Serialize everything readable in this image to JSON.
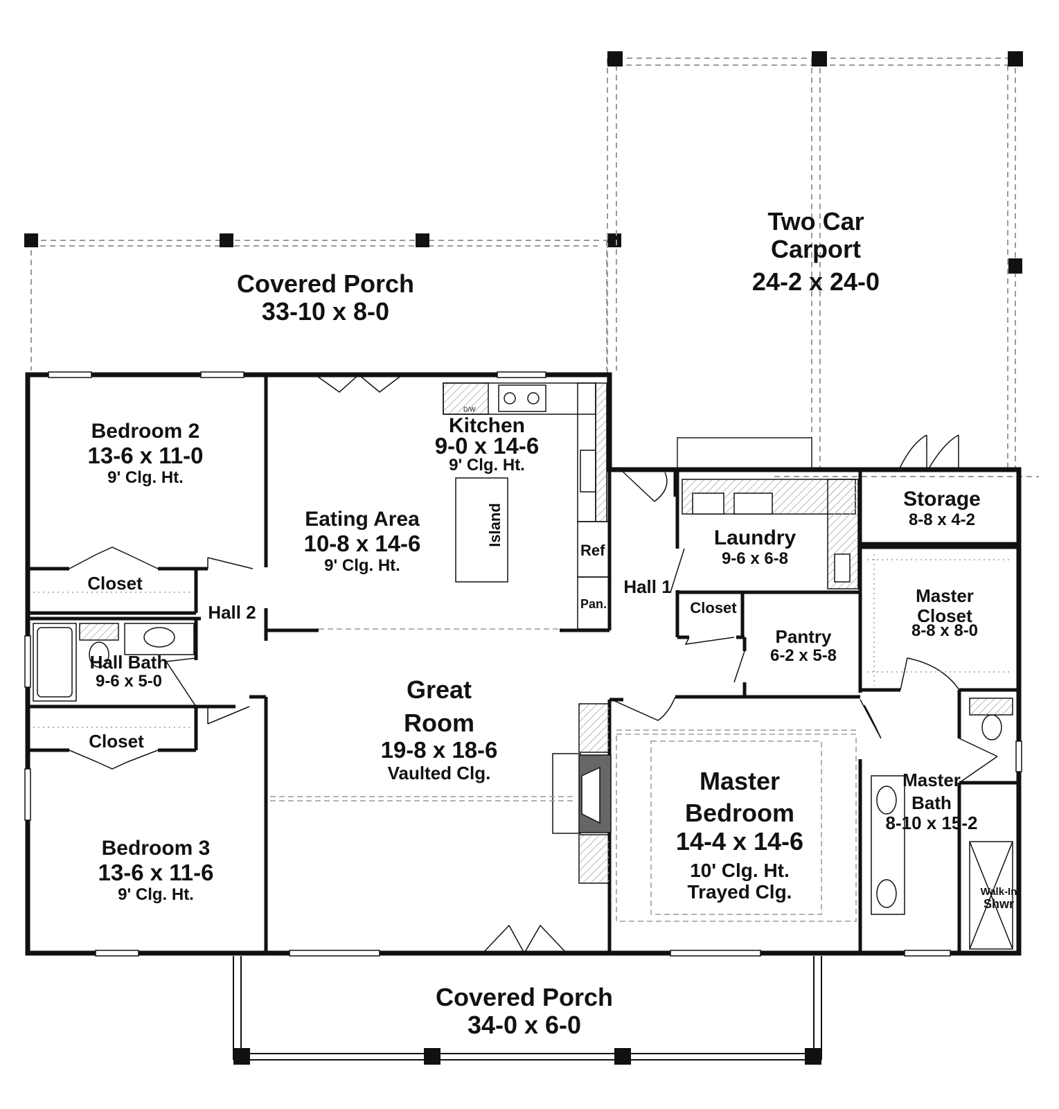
{
  "rooms": {
    "covered_porch_back": {
      "name": "Covered Porch",
      "dims": "33-10 x 8-0"
    },
    "carport": {
      "name1": "Two Car",
      "name2": "Carport",
      "dims": "24-2 x 24-0"
    },
    "bedroom2": {
      "name": "Bedroom 2",
      "dims": "13-6 x 11-0",
      "note": "9' Clg. Ht."
    },
    "kitchen": {
      "name": "Kitchen",
      "dims": "9-0 x 14-6",
      "note": "9' Clg. Ht."
    },
    "eating_area": {
      "name": "Eating Area",
      "dims": "10-8 x 14-6",
      "note": "9' Clg. Ht."
    },
    "storage": {
      "name": "Storage",
      "dims": "8-8 x 4-2"
    },
    "laundry": {
      "name": "Laundry",
      "dims": "9-6 x 6-8"
    },
    "closet_bed2": {
      "name": "Closet"
    },
    "hall2": {
      "name": "Hall 2"
    },
    "hall1": {
      "name": "Hall 1"
    },
    "closet_hall1": {
      "name": "Closet"
    },
    "pantry": {
      "name": "Pantry",
      "dims": "6-2 x 5-8"
    },
    "master_closet": {
      "name1": "Master",
      "name2": "Closet",
      "dims": "8-8 x 8-0"
    },
    "hall_bath": {
      "name": "Hall Bath",
      "dims": "9-6 x 5-0"
    },
    "great_room": {
      "name1": "Great",
      "name2": "Room",
      "dims": "19-8 x 18-6",
      "note": "Vaulted Clg."
    },
    "closet_bed3": {
      "name": "Closet"
    },
    "master_bedroom": {
      "name1": "Master",
      "name2": "Bedroom",
      "dims": "14-4 x 14-6",
      "note1": "10' Clg. Ht.",
      "note2": "Trayed Clg."
    },
    "master_bath": {
      "name1": "Master",
      "name2": "Bath",
      "dims": "8-10 x 15-2"
    },
    "bedroom3": {
      "name": "Bedroom 3",
      "dims": "13-6 x 11-6",
      "note": "9' Clg. Ht."
    },
    "covered_porch_front": {
      "name": "Covered Porch",
      "dims": "34-0 x 6-0"
    }
  },
  "fixtures": {
    "island": "Island",
    "ref": "Ref",
    "pan": "Pan.",
    "dw": "D/W",
    "walk_in_shower1": "Walk-In",
    "walk_in_shower2": "Shwr"
  },
  "colors": {
    "wall": "#111111",
    "dashed": "#9a9a9a",
    "hatch": "#b8b8b8",
    "fireplace": "#666666"
  }
}
